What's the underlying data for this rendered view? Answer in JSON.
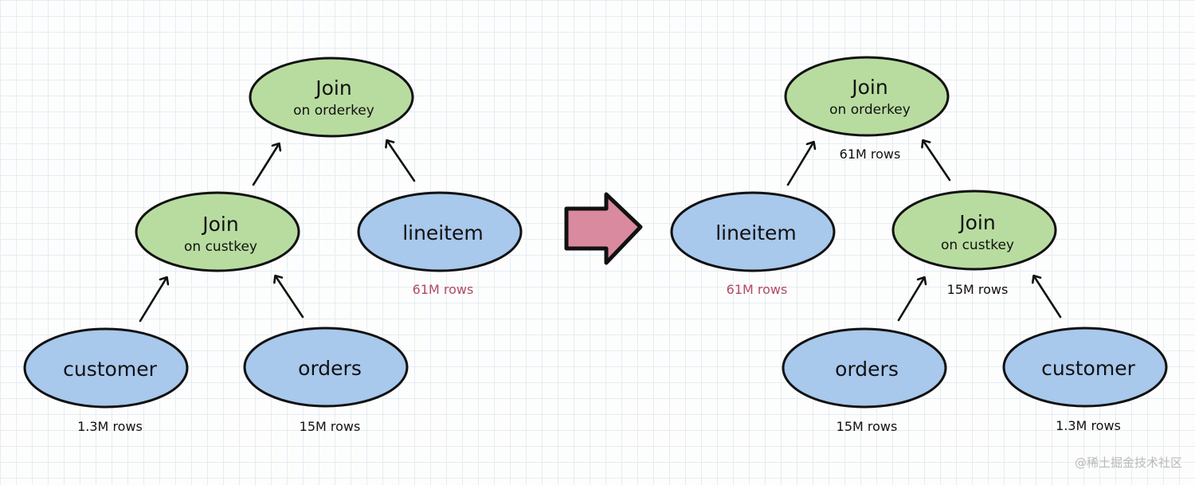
{
  "colors": {
    "join_fill": "#b8dca0",
    "table_fill": "#a8c8ec",
    "stroke": "#111111",
    "highlight_text": "#b04a68",
    "arrow_fill": "#d98a9e"
  },
  "left_tree": {
    "join_orderkey": {
      "title": "Join",
      "subtitle": "on orderkey"
    },
    "join_custkey": {
      "title": "Join",
      "subtitle": "on custkey"
    },
    "lineitem": {
      "label": "lineitem",
      "rows": "61M rows"
    },
    "customer": {
      "label": "customer",
      "rows": "1.3M rows"
    },
    "orders": {
      "label": "orders",
      "rows": "15M rows"
    }
  },
  "transform_arrow": {
    "icon": "right-arrow-icon"
  },
  "right_tree": {
    "join_orderkey": {
      "title": "Join",
      "subtitle": "on orderkey",
      "rows": "61M rows"
    },
    "join_custkey": {
      "title": "Join",
      "subtitle": "on custkey",
      "rows": "15M rows"
    },
    "lineitem": {
      "label": "lineitem",
      "rows": "61M rows"
    },
    "orders": {
      "label": "orders",
      "rows": "15M rows"
    },
    "customer": {
      "label": "customer",
      "rows": "1.3M rows"
    }
  },
  "watermark": "@稀土掘金技术社区"
}
